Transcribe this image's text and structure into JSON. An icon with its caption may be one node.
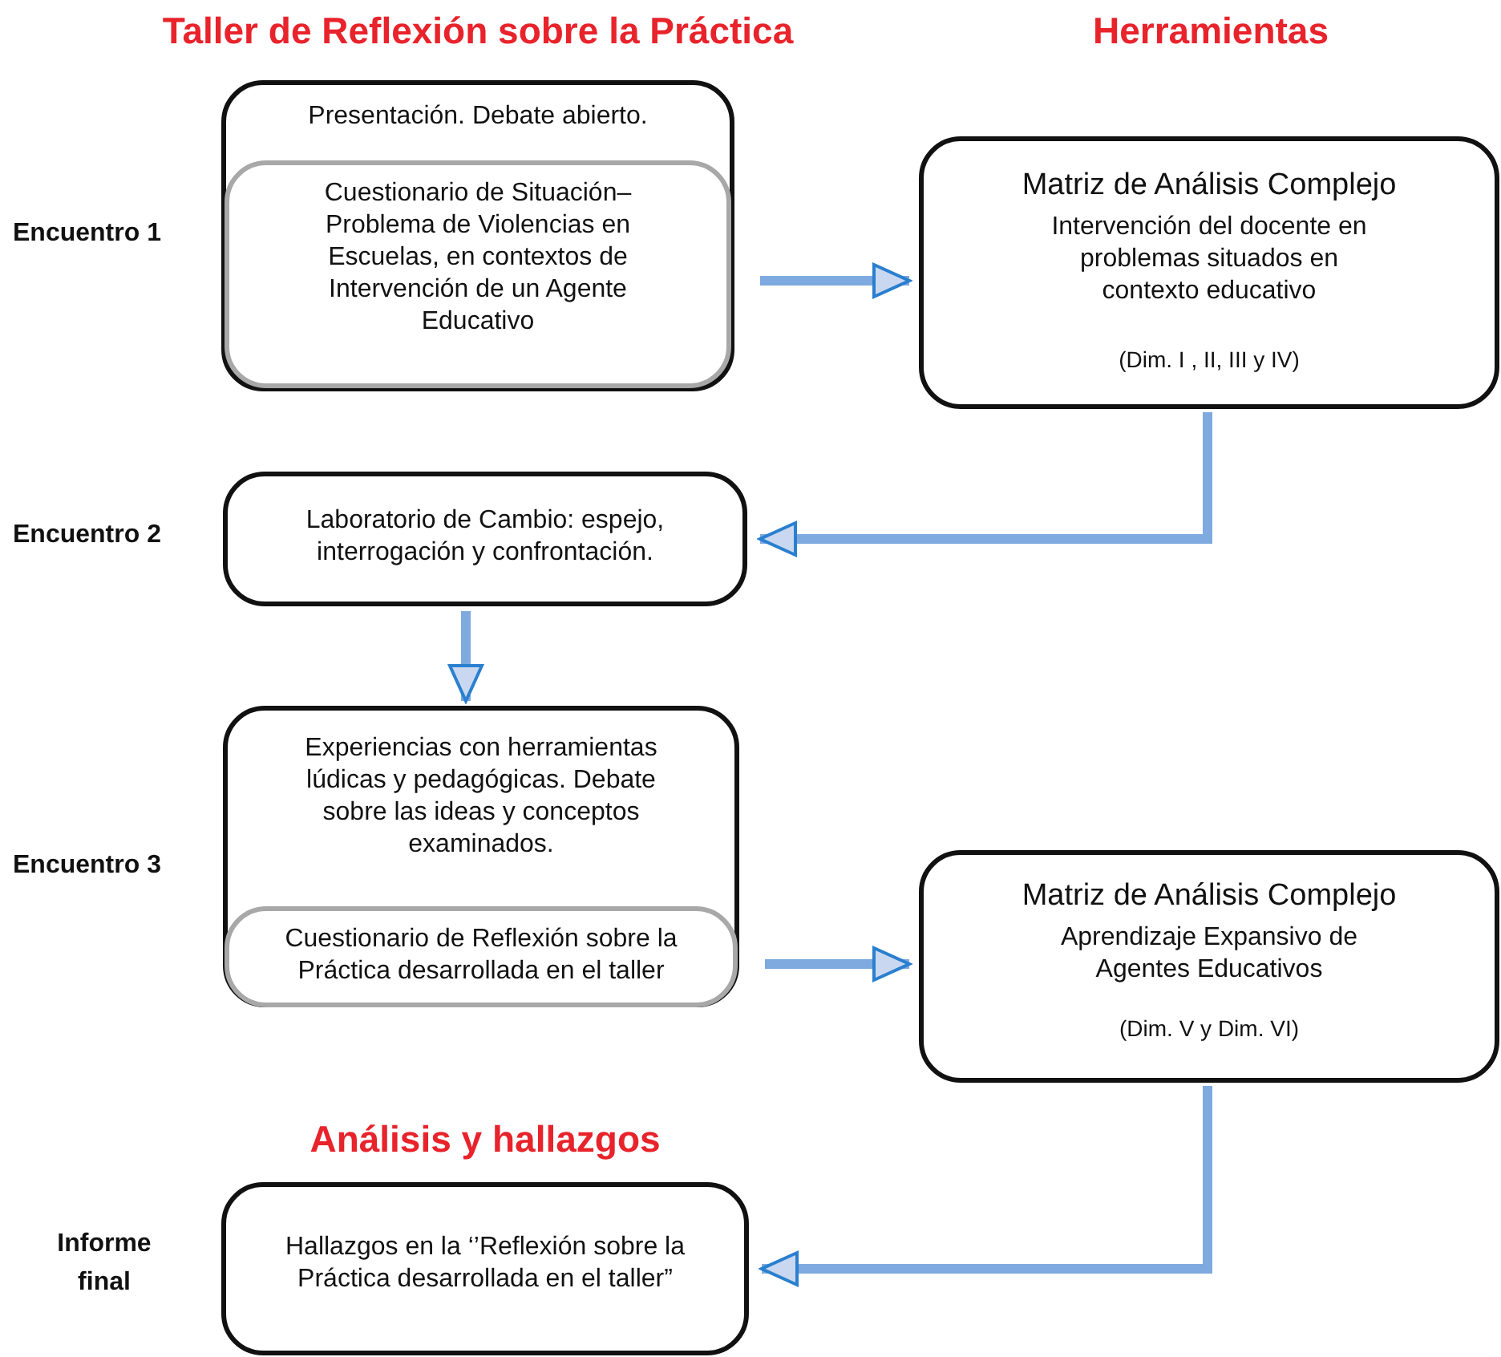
{
  "diagram": {
    "nodes": [
      {
        "text": [
          "Presentación. Debate abierto."
        ]
      },
      {
        "text": [
          "Cuestionario de Situación–Problema de Violencias en Escuelas, en contextos de Intervención de un Agente Educativo"
        ],
        "in": 0
      },
      {
        "text": [
          "Matriz de Análisis Complejo",
          "Intervención del docente en problemas situados en contexto educativo",
          "(Dim. I , II, III y IV)"
        ]
      },
      {
        "text": [
          "Laboratorio de Cambio: espejo, interrogación y confrontación."
        ]
      },
      {
        "text": [
          "Experiencias con herramientas lúdicas y pedagógicas. Debate sobre las  ideas y conceptos examinados."
        ]
      },
      {
        "text": [
          "Cuestionario de Reflexión sobre la Práctica desarrollada en el taller"
        ],
        "in": 4
      },
      {
        "text": [
          "Matriz de Análisis Complejo",
          "Aprendizaje Expansivo de Agentes Educativos",
          "(Dim. V y Dim. VI)"
        ]
      },
      {
        "text": [
          "Hallazgos en la  ‘’Reflexión sobre la Práctica desarrollada en el taller”"
        ],
        "beside": [
          "Análisis y hallazgos"
        ]
      }
    ],
    "edges": [
      {
        "from": 0,
        "to": 2,
        "arrow": "to"
      },
      {
        "from": 2,
        "to": 3,
        "arrow": "to"
      },
      {
        "from": 3,
        "to": 4,
        "arrow": "to"
      },
      {
        "from": 4,
        "to": 6,
        "arrow": "to"
      },
      {
        "from": 6,
        "to": 7,
        "arrow": "to"
      }
    ],
    "labels": [
      "Taller de Reflexión sobre la Práctica",
      "Herramientas",
      "Encuentro 1",
      "Encuentro 2",
      "Encuentro 3",
      "Informe final"
    ]
  }
}
